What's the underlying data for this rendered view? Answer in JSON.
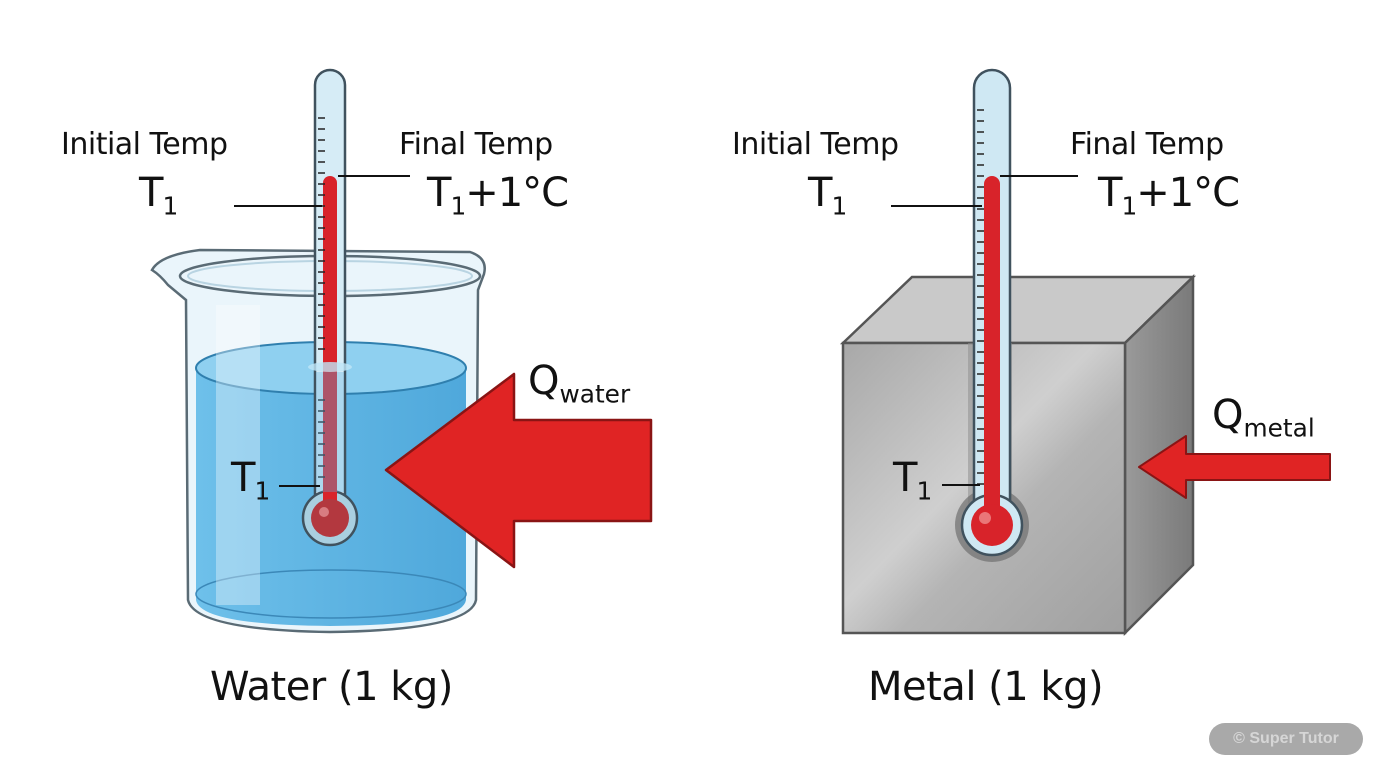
{
  "panels": {
    "water": {
      "initial_label": "Initial Temp",
      "initial_symbol": "T",
      "initial_sub": "1",
      "final_label": "Final Temp",
      "final_symbol": "T",
      "final_sub": "1",
      "final_suffix": "+1°C",
      "bulb_symbol": "T",
      "bulb_sub": "1",
      "heat_symbol": "Q",
      "heat_sub": "water",
      "title": "Water (1 kg)",
      "arrow_color": "#e02424",
      "liquid_color": "#5fb3e0"
    },
    "metal": {
      "initial_label": "Initial Temp",
      "initial_symbol": "T",
      "initial_sub": "1",
      "final_label": "Final Temp",
      "final_symbol": "T",
      "final_sub": "1",
      "final_suffix": "+1°C",
      "bulb_symbol": "T",
      "bulb_sub": "1",
      "heat_symbol": "Q",
      "heat_sub": "metal",
      "title": "Metal (1 kg)",
      "arrow_color": "#e02424",
      "block_color": "#b5b5b5"
    }
  },
  "watermark": "© Super Tutor"
}
